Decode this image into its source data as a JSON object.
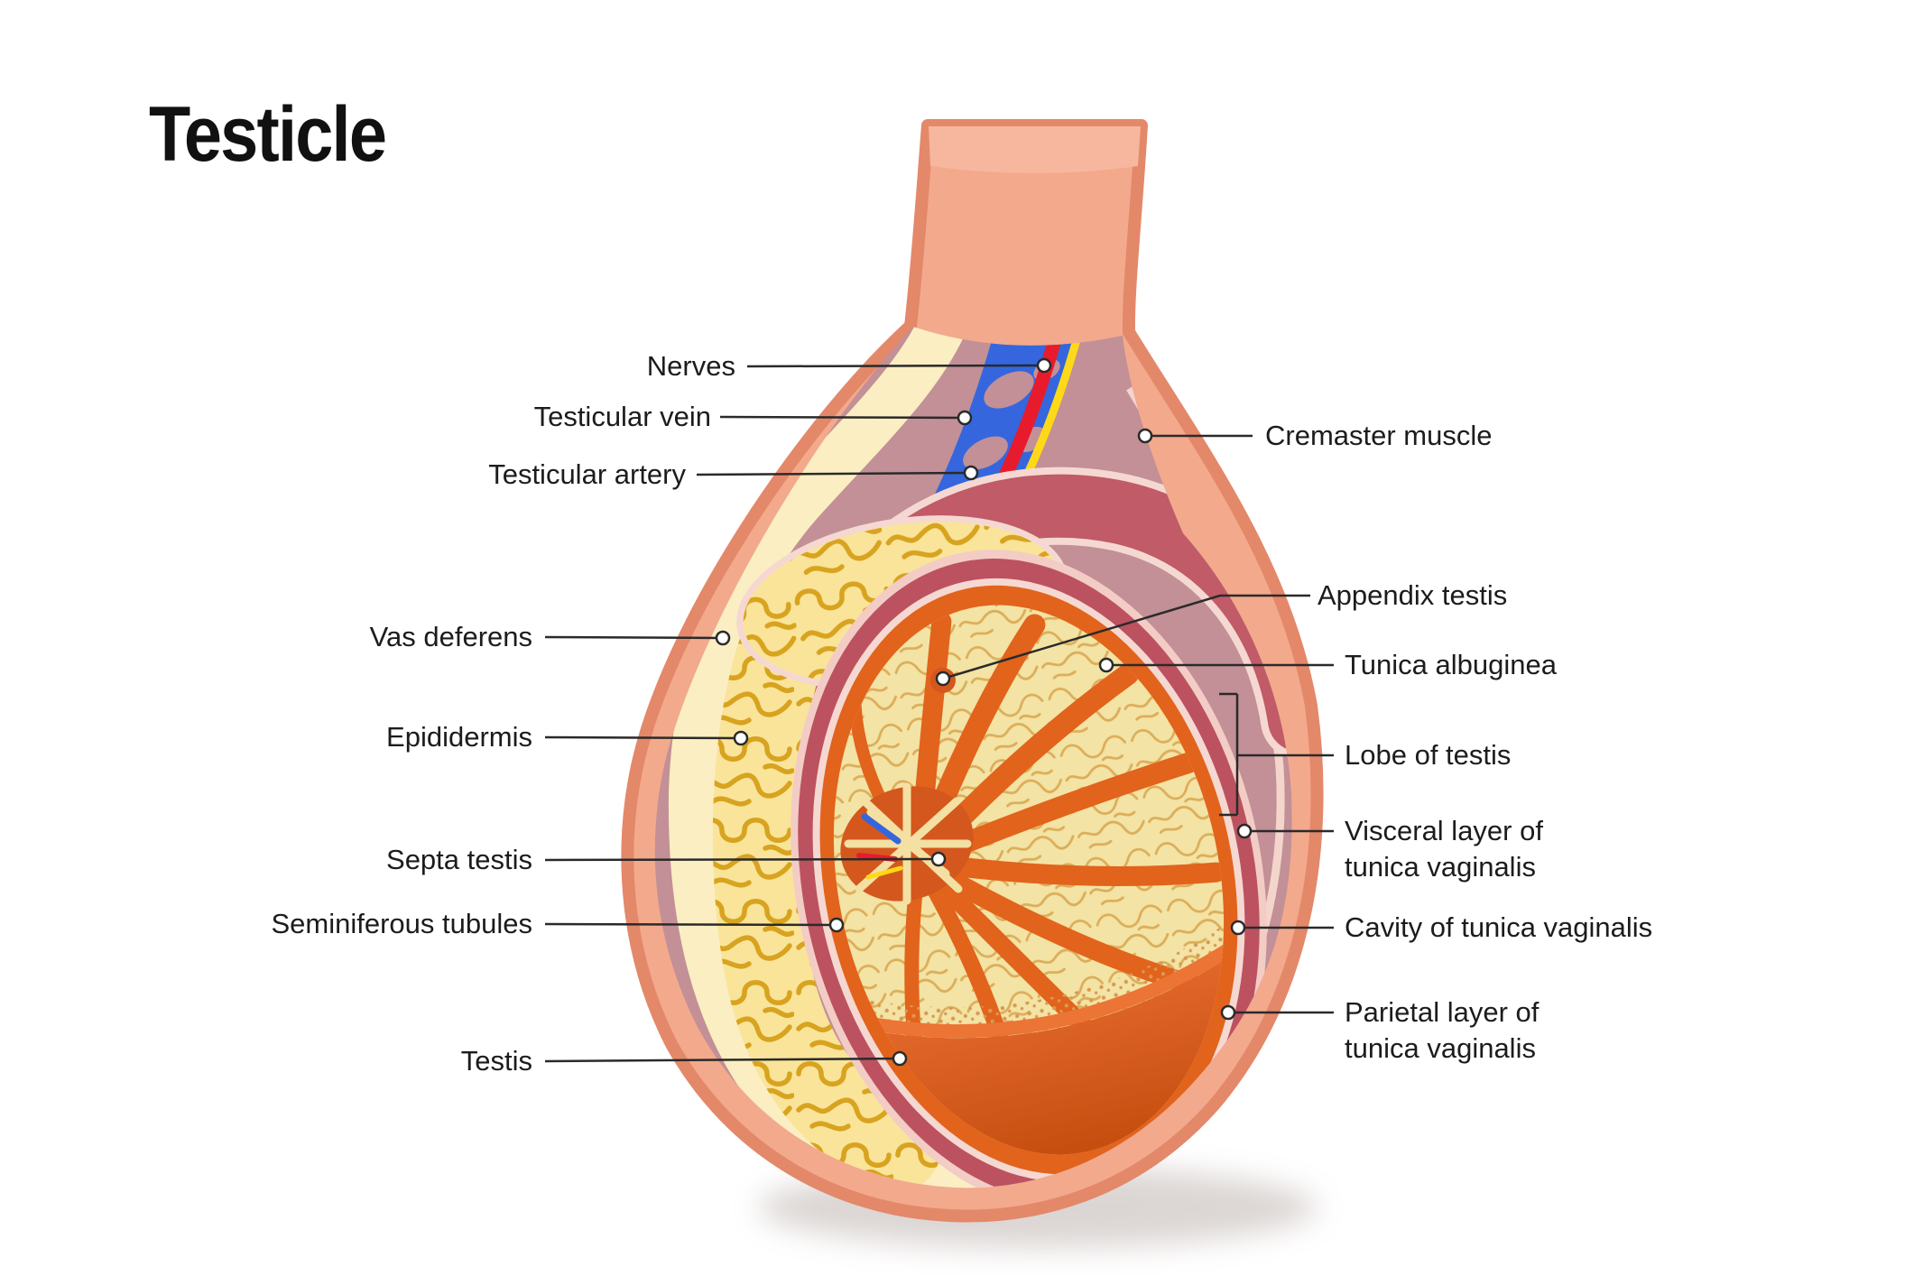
{
  "title": "Testicle",
  "labels": {
    "left": [
      {
        "id": "nerves",
        "text": "Nerves"
      },
      {
        "id": "testicular-vein",
        "text": "Testicular vein"
      },
      {
        "id": "testicular-artery",
        "text": "Testicular artery"
      },
      {
        "id": "vas-deferens",
        "text": "Vas deferens"
      },
      {
        "id": "epididermis",
        "text": "Epididermis"
      },
      {
        "id": "septa-testis",
        "text": "Septa testis"
      },
      {
        "id": "seminiferous-tubules",
        "text": "Seminiferous tubules"
      },
      {
        "id": "testis",
        "text": "Testis"
      }
    ],
    "right": [
      {
        "id": "cremaster-muscle",
        "text": "Cremaster muscle"
      },
      {
        "id": "appendix-testis",
        "text": "Appendix testis"
      },
      {
        "id": "tunica-albuginea",
        "text": "Tunica albuginea"
      },
      {
        "id": "lobe-of-testis",
        "text": "Lobe of testis"
      },
      {
        "id": "visceral-layer",
        "line1": "Visceral layer of",
        "line2": "tunica vaginalis"
      },
      {
        "id": "cavity-of-tunica-vaginalis",
        "text": "Cavity of tunica vaginalis"
      },
      {
        "id": "parietal-layer",
        "line1": "Parietal layer of",
        "line2": "tunica vaginalis"
      }
    ]
  },
  "colors": {
    "skin": "#F3A98C",
    "skin_edge": "#E4886A",
    "cord_cut": "#F6B79E",
    "fascia": "#C29096",
    "inner_lining": "#F6D9CF",
    "cream_band": "#FBEEC2",
    "epid_yellow": "#F9E49A",
    "squiggle_gold": "#D8A31F",
    "vein_blue": "#3566DD",
    "artery_red": "#E81B2C",
    "nerve_yellow": "#FFD918",
    "cavity_rose": "#C05B67",
    "ring_maroon": "#BC5260",
    "rim_pink": "#F6D8D2",
    "parietal_pink": "#F3CCC6",
    "albuginea_orange": "#E2631C",
    "lobule_cream": "#F3E3A4",
    "lobule_line": "#D9A54D",
    "rete_base": "#D4581E",
    "leader_line": "#2A2A2A",
    "label_text": "#1C1C1C"
  }
}
